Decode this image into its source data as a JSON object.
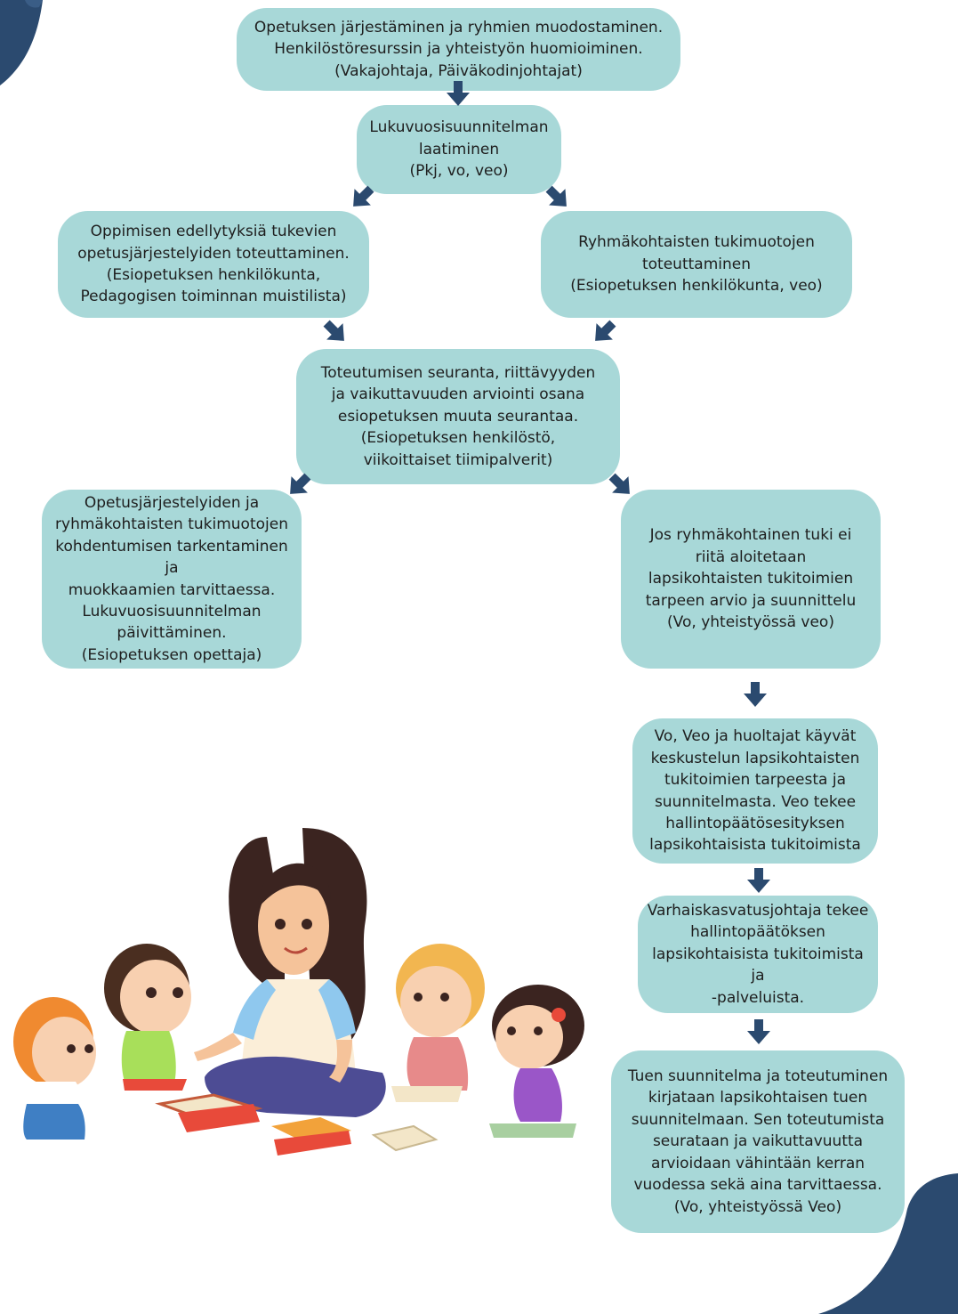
{
  "colors": {
    "box_fill": "#a8d8d8",
    "arrow": "#2b4a6f",
    "corner_decoration": "#2b4a6f"
  },
  "nodes": {
    "n1": "Opetuksen järjestäminen ja ryhmien muodostaminen.\nHenkilöstöresurssin ja yhteistyön huomioiminen.\n(Vakajohtaja, Päiväkodinjohtajat)",
    "n2": "Lukuvuosisuunnitelman\nlaatiminen\n(Pkj, vo, veo)",
    "n3": "Oppimisen edellytyksiä tukevien\nopetusjärjestelyiden toteuttaminen.\n(Esiopetuksen henkilökunta,\nPedagogisen toiminnan muistilista)",
    "n4": "Ryhmäkohtaisten tukimuotojen\ntoteuttaminen\n(Esiopetuksen henkilökunta, veo)",
    "n5": "Toteutumisen seuranta, riittävyyden\nja vaikuttavuuden arviointi osana\nesiopetuksen muuta seurantaa.\n(Esiopetuksen henkilöstö,\nviikoittaiset tiimipalverit)",
    "n6": "Opetusjärjestelyiden ja\nryhmäkohtaisten tukimuotojen\nkohdentumisen tarkentaminen ja\nmuokkaamien tarvittaessa.\nLukuvuosisuunnitelman\npäivittäminen.\n(Esiopetuksen opettaja)",
    "n7": "Jos ryhmäkohtainen tuki ei\nriitä aloitetaan\nlapsikohtaisten tukitoimien\ntarpeen arvio ja suunnittelu\n(Vo, yhteistyössä veo)",
    "n8": "Vo, Veo ja huoltajat käyvät\nkeskustelun lapsikohtaisten\ntukitoimien tarpeesta ja\nsuunnitelmasta. Veo tekee\nhallintopäätösesityksen\nlapsikohtaisista tukitoimista",
    "n9": "Varhaiskasvatusjohtaja tekee\nhallintopäätöksen\nlapsikohtaisista tukitoimista ja\n-palveluista.",
    "n10": "Tuen suunnitelma ja toteutuminen\nkirjataan lapsikohtaisen tuen\nsuunnitelmaan. Sen toteutumista\nseurataan ja vaikuttavuutta\narvioidaan vähintään kerran\nvuodessa sekä aina tarvittaessa.\n(Vo, yhteistyössä Veo)"
  },
  "illustration": "teacher-reading-with-children"
}
